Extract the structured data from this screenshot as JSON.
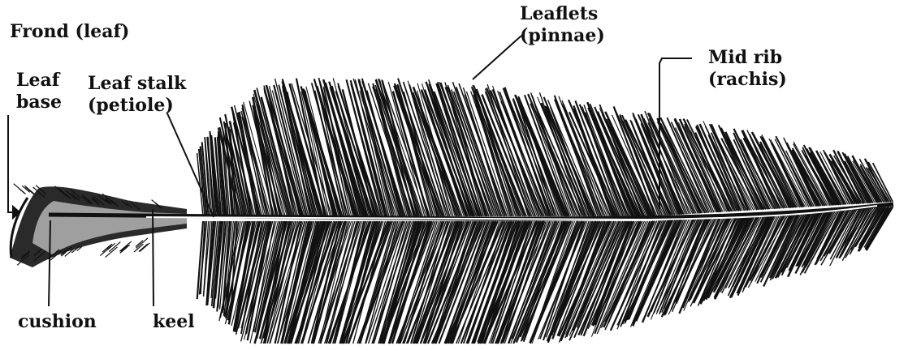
{
  "diagram": {
    "title": "Frond (leaf)",
    "labels": {
      "leaflets": [
        "Leaflets",
        "(pinnae)"
      ],
      "midrib": [
        "Mid rib",
        "(rachis)"
      ],
      "leaf_base": [
        "Leaf",
        "base"
      ],
      "leaf_stalk": [
        "Leaf stalk",
        "(petiole)"
      ],
      "cushion": "cushion",
      "keel": "keel"
    },
    "colors": {
      "ink": "#111111",
      "background": "#ffffff"
    }
  }
}
